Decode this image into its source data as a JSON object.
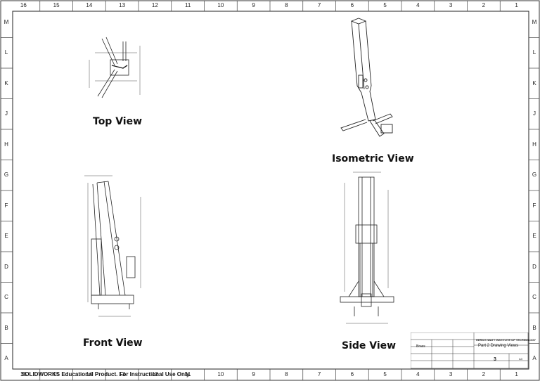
{
  "border": {
    "columns": [
      "16",
      "15",
      "14",
      "13",
      "12",
      "11",
      "10",
      "9",
      "8",
      "7",
      "6",
      "5",
      "4",
      "3",
      "2",
      "1"
    ],
    "rows": [
      "M",
      "L",
      "K",
      "J",
      "H",
      "G",
      "F",
      "E",
      "D",
      "C",
      "B",
      "A"
    ]
  },
  "views": {
    "top": "Top View",
    "isometric": "Isometric View",
    "front": "Front View",
    "side": "Side View"
  },
  "watermark": "SOLIDWORKS Educational Product. For Instructional Use Only.",
  "title_block": {
    "institute": "HERIOT-WATT INSTITUTE OF TECHNOLOGY",
    "drawing_title": "Part 2 Drawing Views",
    "material": "Brass",
    "sheet_no": "3",
    "size": "A3"
  }
}
